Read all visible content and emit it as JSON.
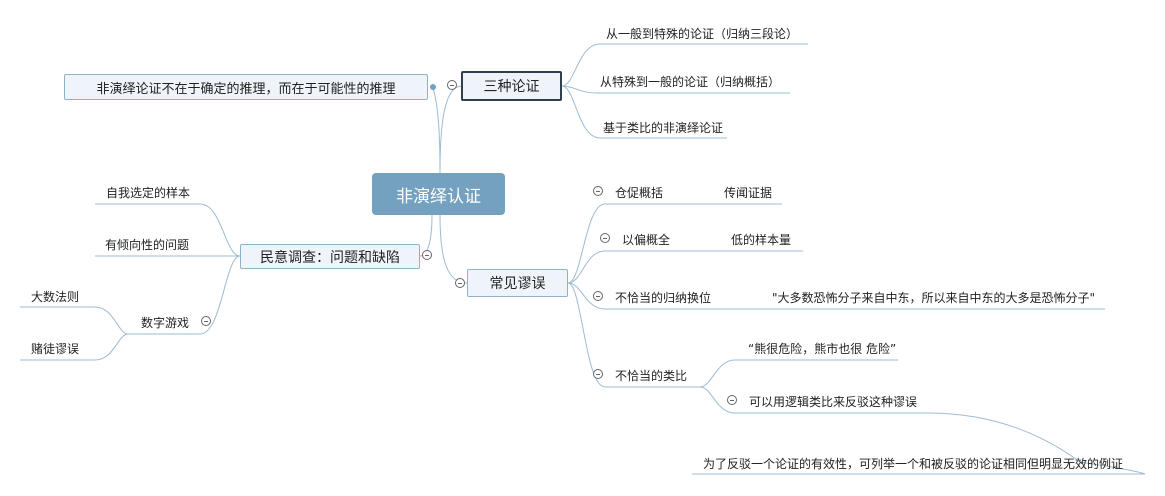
{
  "central": {
    "label": "非演绎认证"
  },
  "callout": {
    "label": "非演绎论证不在于确定的推理，而在于可能性的推理"
  },
  "three_args": {
    "label": "三种论证",
    "children": [
      "从一般到特殊的论证（归纳三段论）",
      "从特殊到一般的论证（归纳概括）",
      "基于类比的非演绎论证"
    ]
  },
  "common_fallacies": {
    "label": "常见谬误",
    "items": [
      {
        "label": "仓促概括",
        "note": "传闻证据"
      },
      {
        "label": "以偏概全",
        "note": "低的样本量"
      },
      {
        "label": "不恰当的归纳换位",
        "note": "\"大多数恐怖分子来自中东，所以来自中东的大多是恐怖分子\""
      },
      {
        "label": "不恰当的类比",
        "note": "“熊很危险，熊市也很 危险”",
        "sub": "可以用逻辑类比来反驳这种谬误"
      }
    ],
    "rebuttal": "为了反驳一个论证的有效性，可列举一个和被反驳的论证相同但明显无效的例证"
  },
  "poll": {
    "label": "民意调查：问题和缺陷",
    "children": [
      "自我选定的样本",
      "有倾向性的问题"
    ],
    "numbers": {
      "label": "数字游戏",
      "children": [
        "大数法则",
        "赌徒谬误"
      ]
    }
  }
}
